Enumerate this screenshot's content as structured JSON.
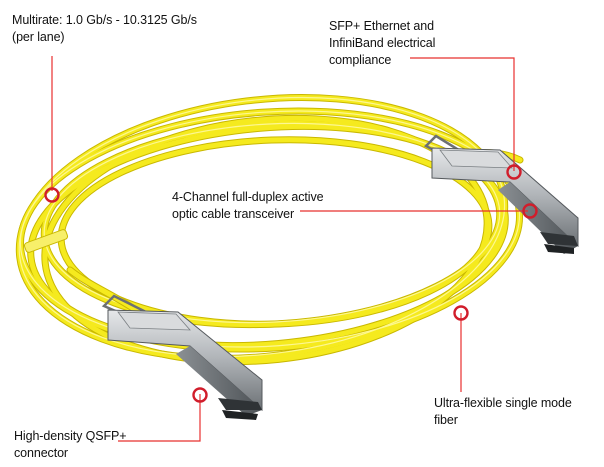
{
  "callouts": {
    "multirate": "Multirate: 1.0 Gb/s - 10.3125 Gb/s\n(per lane)",
    "compliance": "SFP+ Ethernet and\nInfiniBand electrical\ncompliance",
    "transceiver": "4-Channel full-duplex active\noptic cable transceiver",
    "connector": "High-density QSFP+\nconnector",
    "fiber": "Ultra-flexible single mode\nfiber"
  },
  "colors": {
    "cable": "#f5ea1e",
    "cable_shadow": "#c9b800",
    "leader_line": "#e8302f",
    "marker_ring": "#d11d2b",
    "connector_metal": "#b9bcbf"
  }
}
